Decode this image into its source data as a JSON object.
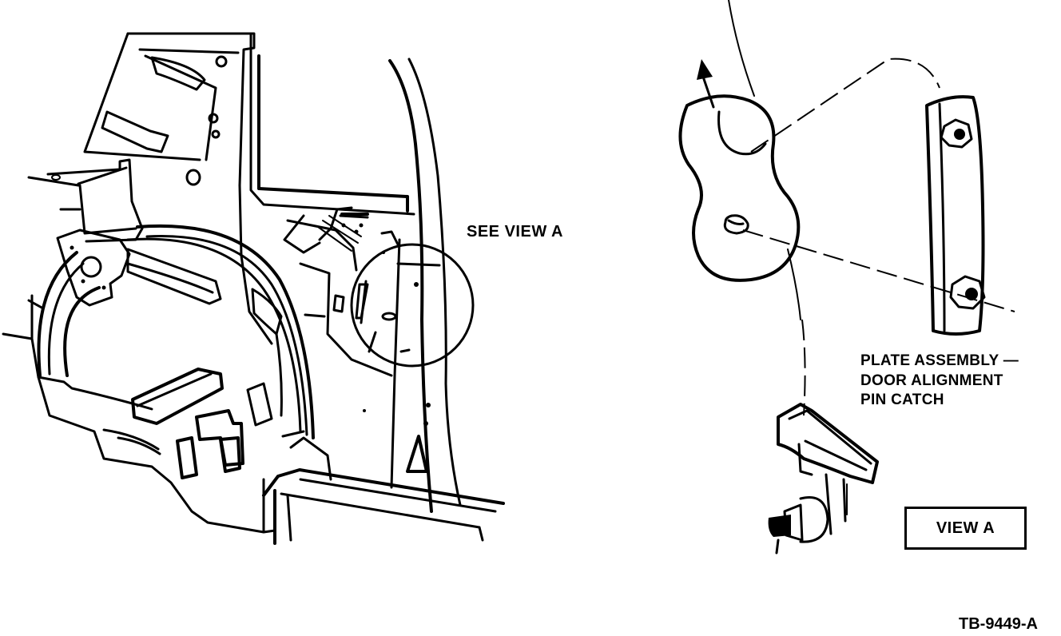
{
  "callouts": {
    "see_view": "SEE VIEW A",
    "part_label_line1": "PLATE ASSEMBLY —",
    "part_label_line2": "DOOR ALIGNMENT",
    "part_label_line3": "PIN CATCH",
    "view_box": "VIEW A"
  },
  "figure_id": "TB-9449-A",
  "colors": {
    "ink": "#000000",
    "paper": "#ffffff"
  }
}
